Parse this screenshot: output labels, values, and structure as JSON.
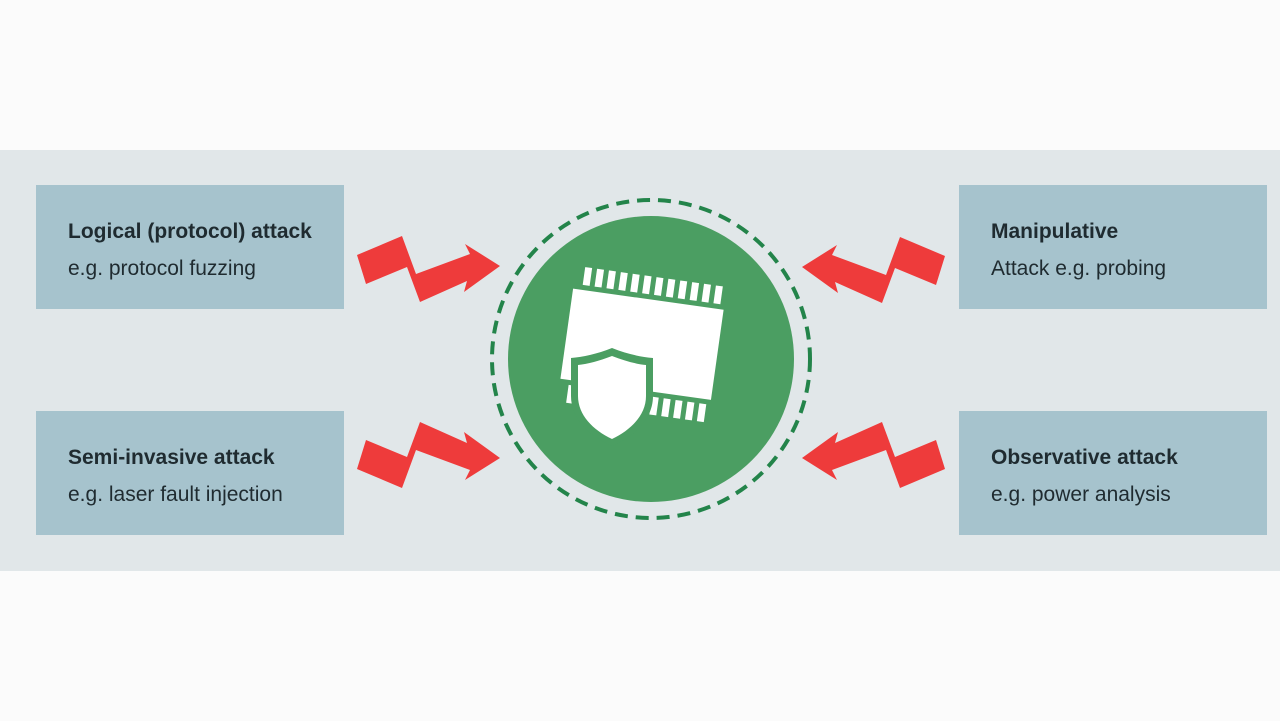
{
  "colors": {
    "band": "#e1e7e9",
    "box": "#a6c3cd",
    "circle": "#4b9e62",
    "dashed_ring": "#23844a",
    "arrow": "#ee3b3b",
    "chip": "#ffffff"
  },
  "icons": [
    "chip-icon",
    "shield-icon",
    "lightning-arrow-icon"
  ],
  "attacks": {
    "top_left": {
      "title": "Logical (protocol) attack",
      "subtitle": "e.g. protocol fuzzing"
    },
    "top_right": {
      "title": "Manipulative",
      "subtitle": "Attack e.g. probing"
    },
    "bottom_left": {
      "title": "Semi-invasive attack",
      "subtitle": "e.g. laser fault injection"
    },
    "bottom_right": {
      "title": "Observative attack",
      "subtitle": "e.g. power analysis"
    }
  }
}
